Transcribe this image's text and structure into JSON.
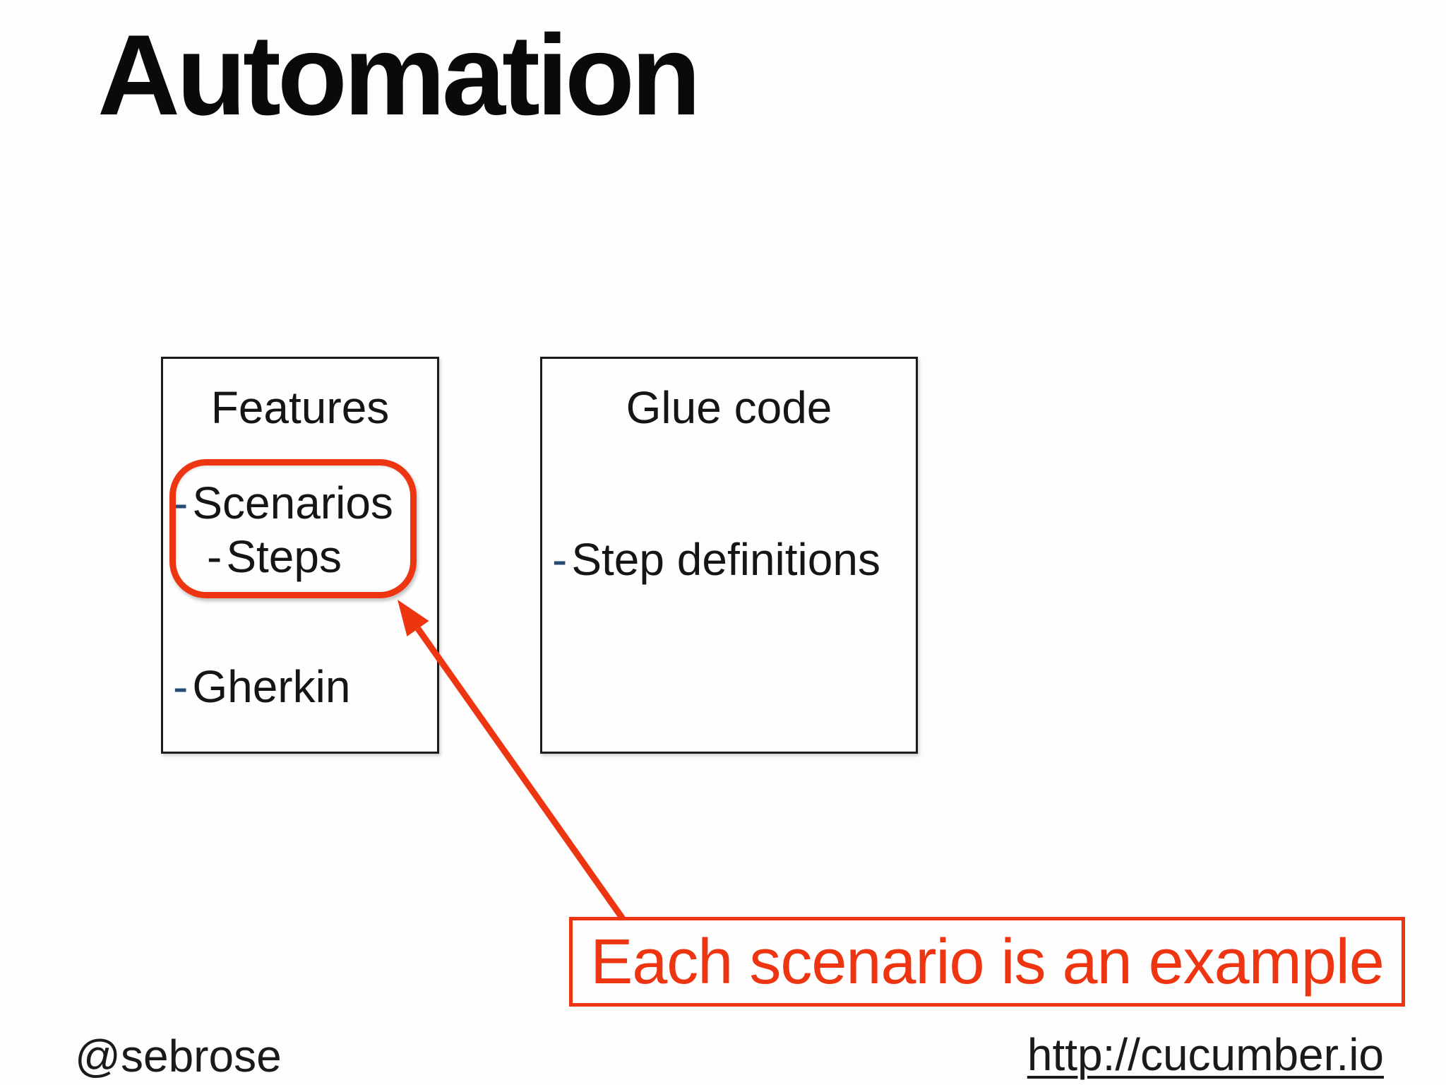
{
  "slide": {
    "title": "Automation"
  },
  "features_box": {
    "title": "Features",
    "items": [
      {
        "dash": "-",
        "label": "Scenarios"
      },
      {
        "dash": "-",
        "label": "Steps"
      },
      {
        "dash": "-",
        "label": "Gherkin"
      }
    ]
  },
  "glue_box": {
    "title": "Glue code",
    "items": [
      {
        "dash": "-",
        "label": "Step definitions"
      }
    ]
  },
  "annotation": {
    "callout_text": "Each scenario is an example"
  },
  "footer": {
    "handle": "@sebrose",
    "url_text": "http://cucumber.io"
  },
  "colors": {
    "accent_red": "#ee3511",
    "bullet_blue": "#274a74",
    "text_black": "#121212"
  }
}
